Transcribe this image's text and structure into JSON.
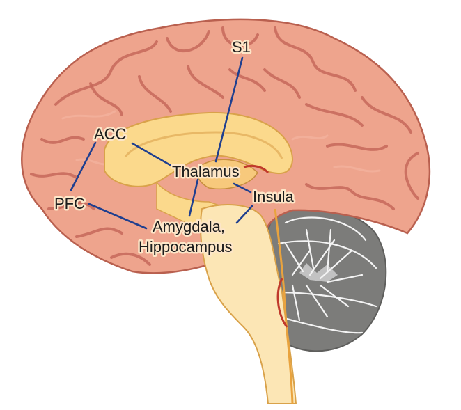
{
  "labels": {
    "s1": "S1",
    "acc": "ACC",
    "thalamus": "Thalamus",
    "insula": "Insula",
    "pfc": "PFC",
    "amygdala_line1": "Amygdala,",
    "amygdala_line2": "Hippocampus"
  },
  "colors": {
    "cortex": "#eea48d",
    "cortex_outline": "#b9604f",
    "sulcus": "#c5695a",
    "medial_structure": "#fbd98c",
    "brainstem": "#fce6b5",
    "cerebellum": "#7c7c7a",
    "cerebellum_white": "#f2f2f2",
    "connector": "#1f3f8f",
    "text": "#1d1d1d"
  }
}
